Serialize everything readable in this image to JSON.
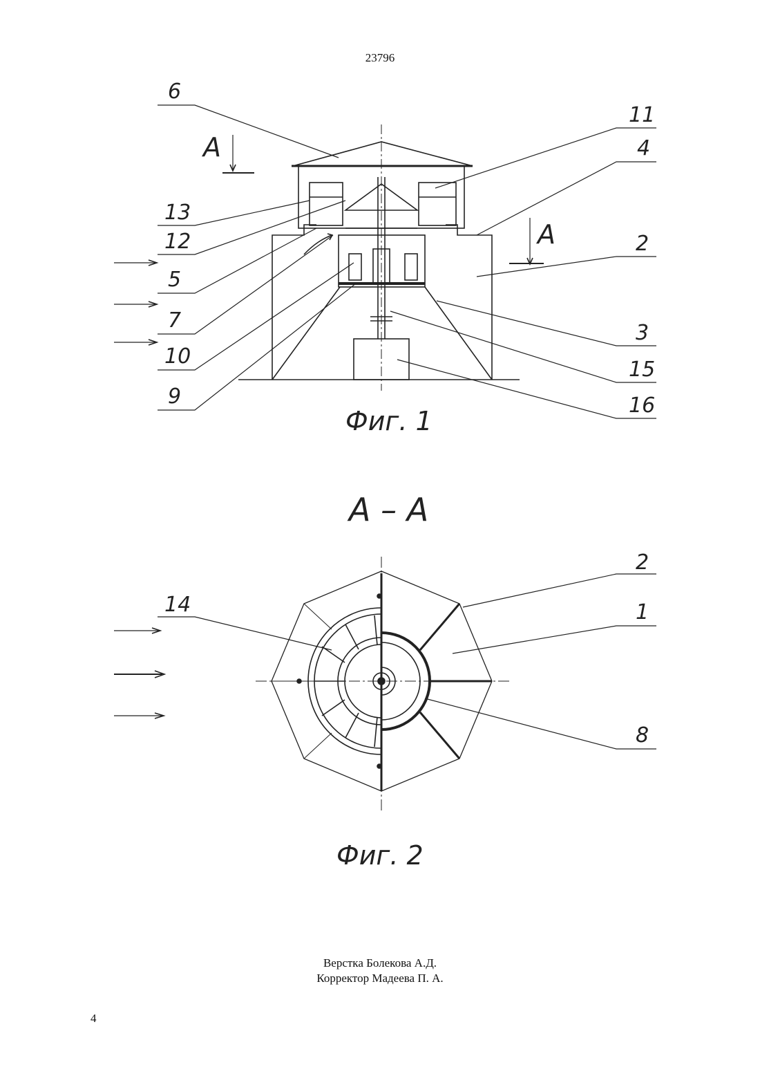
{
  "header": {
    "page_code": "23796"
  },
  "figure1": {
    "caption": "Фиг. 1",
    "section_marker_left": "A",
    "section_marker_right": "A",
    "labels": [
      "6",
      "11",
      "4",
      "13",
      "12",
      "2",
      "5",
      "7",
      "10",
      "3",
      "15",
      "9",
      "16"
    ]
  },
  "section_title": "A – A",
  "figure2": {
    "caption": "Фиг. 2",
    "labels": [
      "2",
      "14",
      "1",
      "8"
    ]
  },
  "footer": {
    "layout": "Верстка Болекова А.Д.",
    "corrector": "Корректор Мадеева П. А.",
    "page_number": "4"
  }
}
